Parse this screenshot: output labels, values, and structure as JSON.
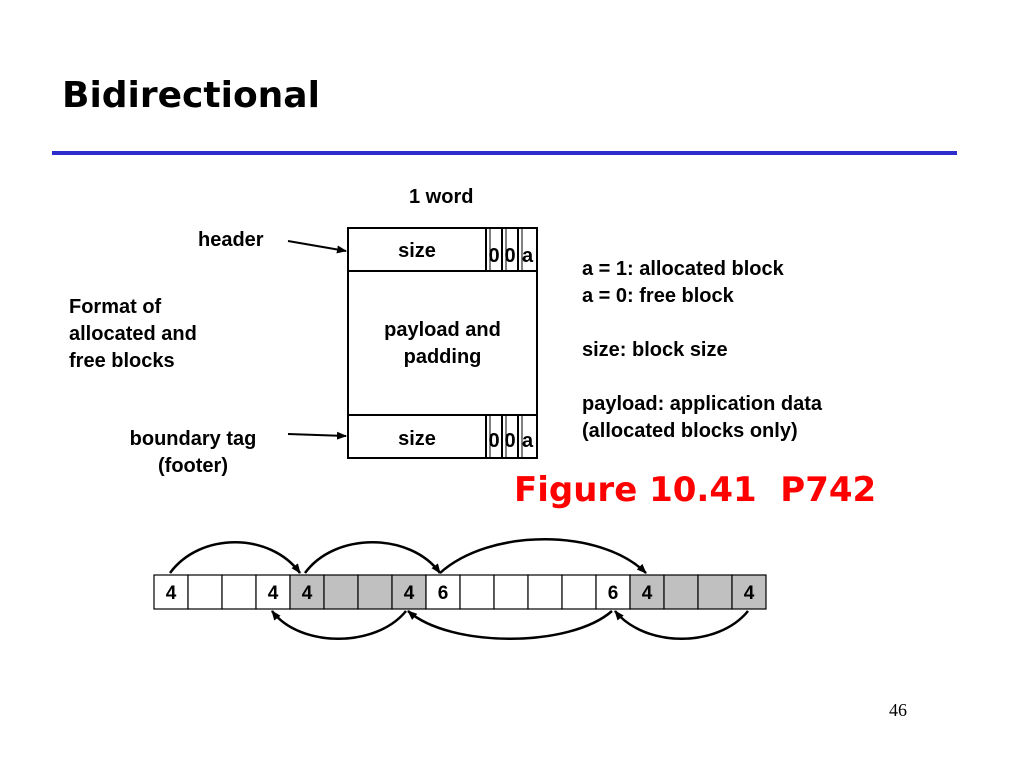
{
  "slide": {
    "title": "Bidirectional",
    "page_number": "46",
    "figure_ref": "Figure 10.41  P742"
  },
  "block_format": {
    "word_label": "1 word",
    "header_label": "header",
    "footer_label_line1": "boundary tag",
    "footer_label_line2": "(footer)",
    "format_line1": "Format of",
    "format_line2": "allocated and",
    "format_line3": "free blocks",
    "size_label": "size",
    "bit1": "0",
    "bit2": "0",
    "bit3": "a",
    "payload_line1": "payload and",
    "payload_line2": "padding"
  },
  "legend": {
    "line1": "a = 1: allocated block",
    "line2": "a = 0: free block",
    "line3": "size: block size",
    "line4": "payload: application data",
    "line5": "(allocated blocks only)"
  },
  "heap": {
    "cells": [
      "4",
      "",
      "",
      "4",
      "4",
      "",
      "",
      "4",
      "6",
      "",
      "",
      "",
      "",
      "6",
      "4",
      "",
      "",
      "4"
    ],
    "shaded": [
      false,
      false,
      false,
      false,
      true,
      true,
      true,
      true,
      false,
      false,
      false,
      false,
      false,
      false,
      true,
      true,
      true,
      true
    ],
    "shade_color": "#c0c0c0"
  }
}
